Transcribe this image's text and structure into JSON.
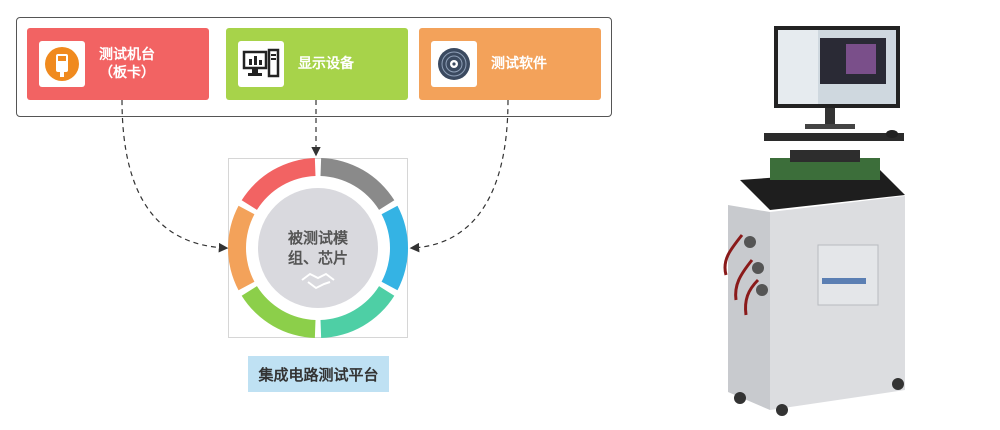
{
  "cards": {
    "test_machine": {
      "line1": "测试机台",
      "line2": "（板卡）",
      "icon": "test-machine-icon",
      "color": "#f26363"
    },
    "display": {
      "label": "显示设备",
      "icon": "computer-display-icon",
      "color": "#a7d34a"
    },
    "software": {
      "label": "测试软件",
      "icon": "software-disc-icon",
      "color": "#f3a25a"
    }
  },
  "center": {
    "line1": "被测试模",
    "line2": "组、芯片",
    "icon": "handshake-icon"
  },
  "platform_label": "集成电路测试平台",
  "ring_colors": [
    "#f26363",
    "#8a8a8a",
    "#34b3e4",
    "#4ecfa5",
    "#8ccf4a",
    "#f3a25a"
  ],
  "photo": {
    "description_icon": "ic-test-station-photo"
  }
}
